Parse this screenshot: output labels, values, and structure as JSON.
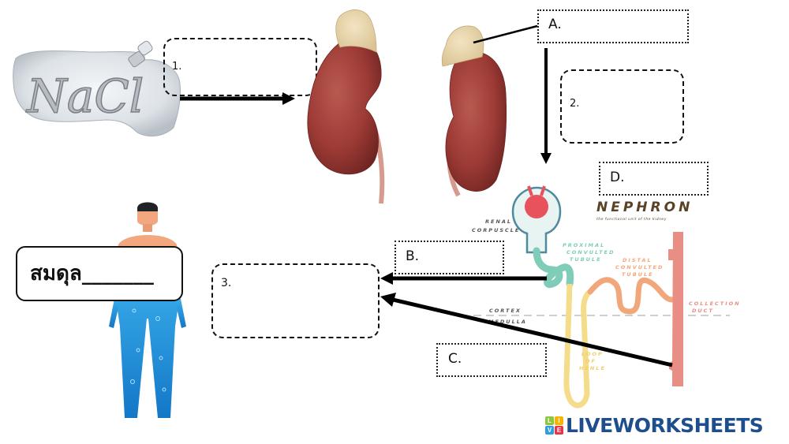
{
  "worksheet": {
    "salt_image": {
      "text": "NaCl"
    },
    "boxes": {
      "box1": {
        "label": "1."
      },
      "box2": {
        "label": "2."
      },
      "box3": {
        "label": "3."
      },
      "boxA": {
        "label": "A."
      },
      "boxB": {
        "label": "B."
      },
      "boxC": {
        "label": "C."
      },
      "boxD": {
        "label": "D."
      }
    },
    "balance_card": {
      "text": "สมดุล_______"
    },
    "nephron": {
      "title": "NEPHRON",
      "subtitle": "the functional unit of the kidney",
      "labels": {
        "renal_corpuscle_1": "RENAL",
        "renal_corpuscle_2": "CORPUSCLE",
        "proximal_1": "PROXIMAL",
        "proximal_2": "CONVULTED",
        "proximal_3": "TUBULE",
        "distal_1": "DISTAL",
        "distal_2": "CONVULTED",
        "distal_3": "TUBULE",
        "collection_1": "COLLECTION",
        "collection_2": "DUCT",
        "cortex": "CORTEX",
        "medulla": "MEDULLA",
        "loop_1": "LOOP",
        "loop_2": "OF",
        "loop_3": "HENLE"
      },
      "colors": {
        "proximal": "#7fcdb9",
        "distal": "#f2a77a",
        "loop": "#f5dc8a",
        "collection": "#e98e84",
        "glomerulus": "#e8525c",
        "title": "#5a4225"
      }
    },
    "watermark": {
      "logo_letters": [
        "L",
        "I",
        "V",
        "E"
      ],
      "text": "LIVEWORKSHEETS",
      "color": "#1f4e8c"
    }
  }
}
